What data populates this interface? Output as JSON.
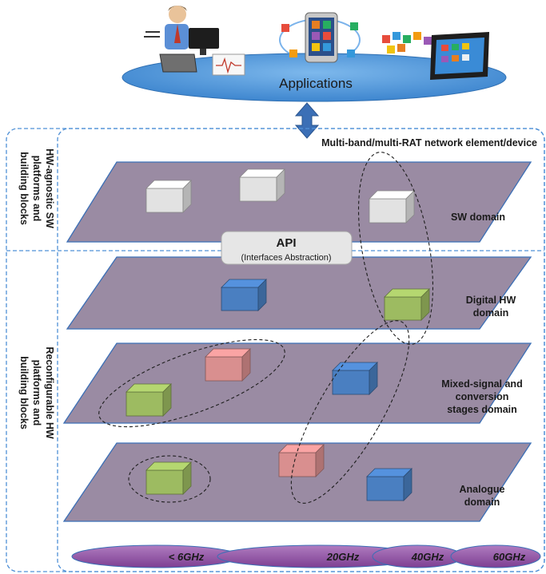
{
  "applications": {
    "label": "Applications"
  },
  "device": {
    "label": "Multi-band/multi-RAT network element/device"
  },
  "side_labels": {
    "sw": [
      "HW-agnostic SW",
      "platforms and",
      "building blocks"
    ],
    "hw": [
      "Reconfigurable HW",
      "platforms and",
      "building blocks"
    ]
  },
  "api": {
    "title": "API",
    "subtitle": "(Interfaces Abstraction)"
  },
  "layers": {
    "sw": [
      "SW domain"
    ],
    "digital": [
      "Digital HW",
      "domain"
    ],
    "mixed": [
      "Mixed-signal and",
      "conversion",
      "stages domain"
    ],
    "analogue": [
      "Analogue",
      "domain"
    ]
  },
  "bands": [
    "< 6GHz",
    "20GHz",
    "40GHz",
    "60GHz"
  ],
  "colors": {
    "plane": "#9a8ba3",
    "plane_edge": "#3b6fb6",
    "cloud": "#4f97d8",
    "arrow": "#3b6fb6",
    "box_gray": "#e2e2e2",
    "box_blue": "#4a7fc1",
    "box_green": "#9dbb61",
    "box_red": "#d98f8f",
    "band": "#8e4fa0"
  },
  "icons": [
    "user-at-computer-icon",
    "smartphone-apps-icon",
    "tablet-apps-icon"
  ]
}
